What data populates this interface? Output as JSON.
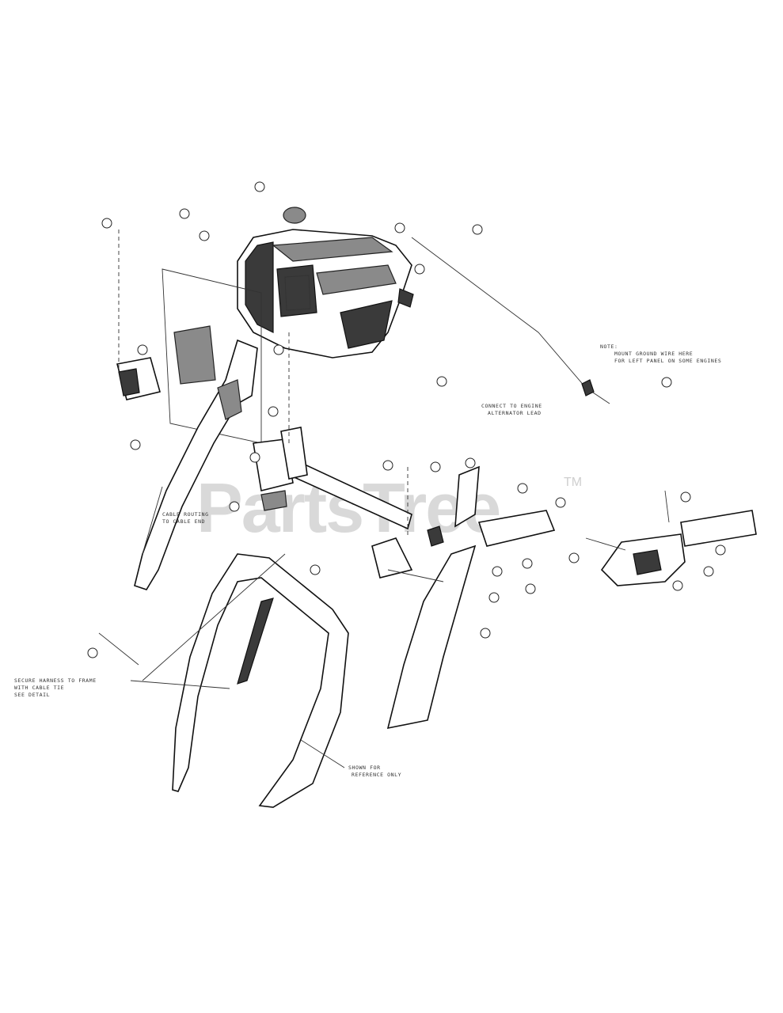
{
  "watermark": {
    "text": "PartsTree",
    "trademark": "TM"
  },
  "notes": {
    "ground_wire_1": "NOTE:",
    "ground_wire_2": "MOUNT GROUND WIRE HERE",
    "ground_wire_3": "FOR LEFT PANEL ON SOME ENGINES",
    "alternator_1": "CONNECT TO ENGINE",
    "alternator_2": "ALTERNATOR LEAD",
    "cable_1": "CABLE ROUTING",
    "cable_2": "TO CABLE END",
    "harness_1": "SECURE HARNESS TO FRAME",
    "harness_2": "WITH CABLE TIE",
    "harness_3": "SEE DETAIL",
    "reference_1": "SHOWN FOR",
    "reference_2": "REFERENCE ONLY",
    "bottom_ref": "",
    "small_label": ""
  }
}
